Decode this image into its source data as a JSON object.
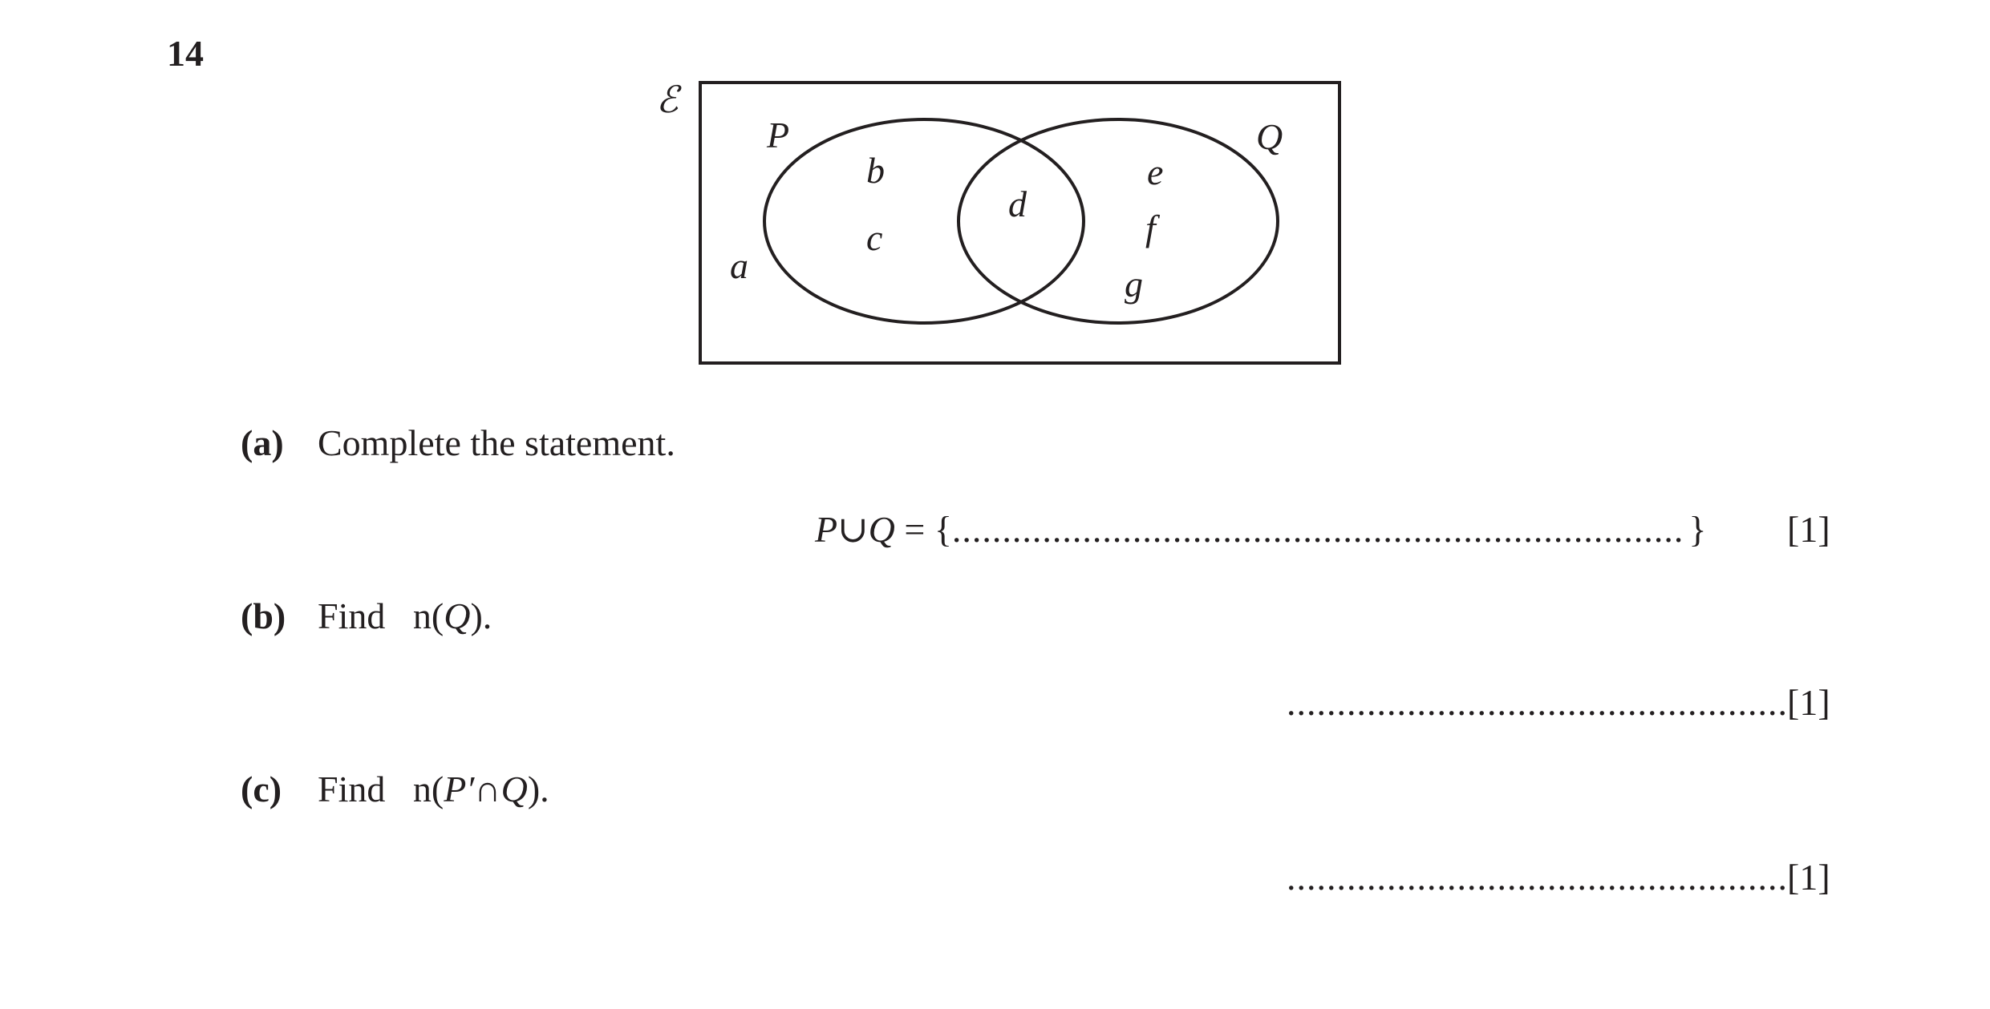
{
  "question": {
    "number": "14"
  },
  "venn": {
    "universal_symbol": "ℰ",
    "set_labels": {
      "P": "P",
      "Q": "Q"
    },
    "elements": {
      "outside": "a",
      "p_only_1": "b",
      "p_only_2": "c",
      "intersection": "d",
      "q_only_1": "e",
      "q_only_2": "f",
      "q_only_3": "g"
    }
  },
  "parts": {
    "a": {
      "label": "(a)",
      "prompt": "Complete the statement.",
      "answer_prefix_set1": "P",
      "answer_union": "∪",
      "answer_set2": "Q",
      "answer_equals": " = {",
      "answer_dots": ".........................................................................",
      "answer_close": "}",
      "marks": "[1]"
    },
    "b": {
      "label": "(b)",
      "prompt_find": "Find",
      "prompt_n": "n(",
      "prompt_set": "Q",
      "prompt_close": ").",
      "answer_dots": "..................................................",
      "marks": "[1]"
    },
    "c": {
      "label": "(c)",
      "prompt_find": "Find",
      "prompt_n": "n(",
      "prompt_set1": "P′",
      "prompt_intersect": "∩",
      "prompt_set2": "Q",
      "prompt_close": ").",
      "answer_dots": "..................................................",
      "marks": "[1]"
    }
  }
}
